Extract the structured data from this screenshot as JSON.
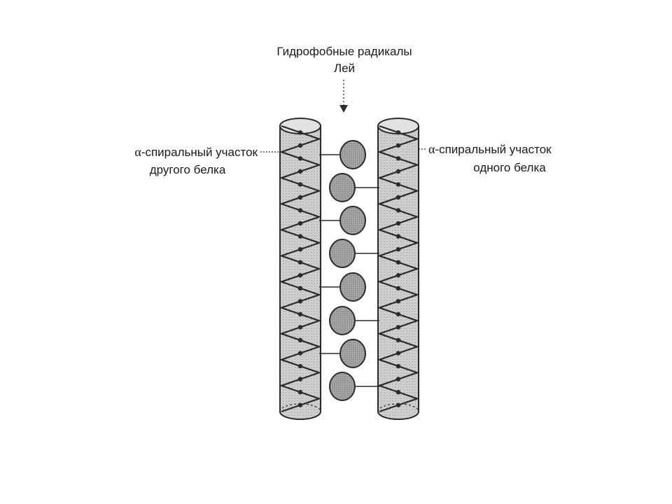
{
  "labels": {
    "top_line1": "Гидрофобные радикалы",
    "top_line2": "Лей",
    "left_greek": "α",
    "left_line1_rest": "-спиральный участок",
    "left_line2": "другого белка",
    "right_greek": "α",
    "right_line1_rest": "-спиральный участок",
    "right_line2": "одного белка"
  },
  "colors": {
    "line": "#2b2b2b",
    "cylinder_fill": "#c8c8c8",
    "bead_fill": "#9a9a9a"
  }
}
